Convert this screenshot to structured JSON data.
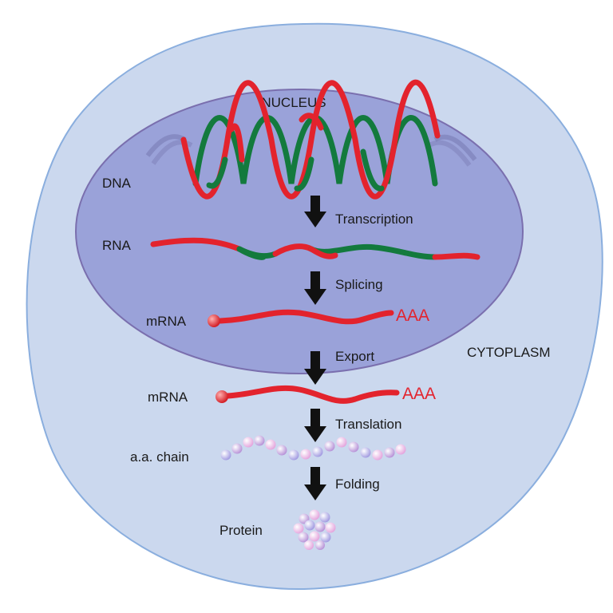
{
  "labels": {
    "nucleus": "NUCLEUS",
    "cytoplasm": "CYTOPLASM",
    "dna": "DNA",
    "rna": "RNA",
    "mrna_nucleus": "mRNA",
    "mrna_cytoplasm": "mRNA",
    "aa_chain": "a.a. chain",
    "protein": "Protein"
  },
  "steps": {
    "transcription": "Transcription",
    "splicing": "Splicing",
    "export": "Export",
    "translation": "Translation",
    "folding": "Folding"
  },
  "poly_a_tail_nucleus": "AAA",
  "poly_a_tail_cytoplasm": "AAA",
  "colors": {
    "cell_fill": "#cbd8ee",
    "cell_stroke": "#8aaede",
    "nucleus_fill": "#9aa2d9",
    "nucleus_stroke": "#7a6fae",
    "strand_red": "#e3232d",
    "strand_green": "#137a3d",
    "arrow": "#111111",
    "bead_purple": "#c7a9de",
    "bead_pink": "#e9b7e6",
    "bead_lavender": "#b9b0ea"
  }
}
